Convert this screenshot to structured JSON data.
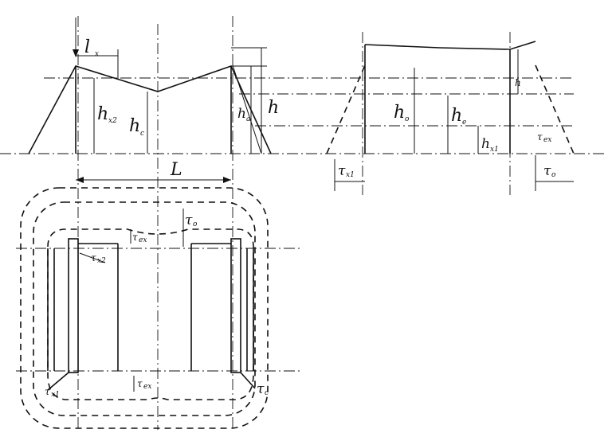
{
  "labels": {
    "lx": "l",
    "lx_sub": "x",
    "hx2": "h",
    "hx2_sub": "x2",
    "hc": "h",
    "hc_sub": "c",
    "ha": "h",
    "ha_sub": "a",
    "h_big": "h",
    "L": "L",
    "h0": "h",
    "h0_sub": "o",
    "he": "h",
    "he_sub": "e",
    "hx1": "h",
    "hx1_sub": "x1",
    "h_right": "h",
    "tau_x1_right": "τ",
    "tau_x1_right_sub": "x1",
    "tau_ex_right": "τ",
    "tau_ex_right_sub": "ex",
    "tau_o_right": "τ",
    "tau_o_right_sub": "o",
    "tau_o_bottom": "τ",
    "tau_o_bottom_sub": "o",
    "tau_ex_top": "τ",
    "tau_ex_top_sub": "ex",
    "tau_x2": "τ",
    "tau_x2_sub": "x2",
    "tau_ex_bottom": "τ",
    "tau_ex_bottom_sub": "ex",
    "tau_x1_left": "τ",
    "tau_x1_left_sub": "x1",
    "tau_c": "τ",
    "tau_c_sub": "c"
  }
}
